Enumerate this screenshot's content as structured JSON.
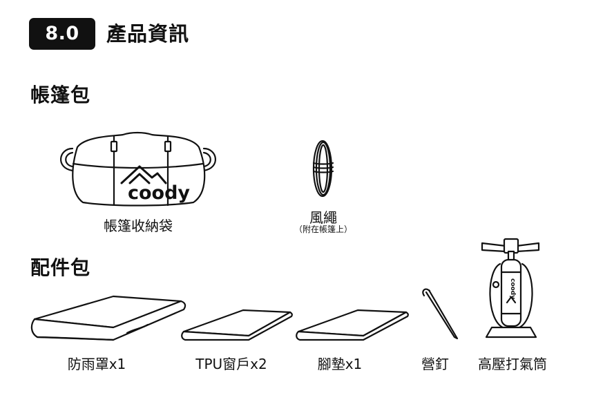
{
  "header": {
    "section_number": "8.0",
    "title": "產品資訊"
  },
  "tent_bag": {
    "title": "帳篷包",
    "items": [
      {
        "label": "帳篷收納袋",
        "icon": "storage-bag-icon",
        "brand_logo": "coody"
      },
      {
        "label": "風繩",
        "note": "（附在帳篷上）",
        "icon": "guy-rope-icon"
      }
    ]
  },
  "accessory_bag": {
    "title": "配件包",
    "items": [
      {
        "label": "防雨罩x1",
        "icon": "rain-cover-icon"
      },
      {
        "label": "TPU窗戶x2",
        "icon": "tpu-window-icon"
      },
      {
        "label": "腳墊x1",
        "icon": "footprint-mat-icon"
      },
      {
        "label": "營釘",
        "icon": "tent-stake-icon"
      },
      {
        "label": "高壓打氣筒",
        "icon": "air-pump-icon",
        "brand_logo": "coody"
      }
    ]
  }
}
